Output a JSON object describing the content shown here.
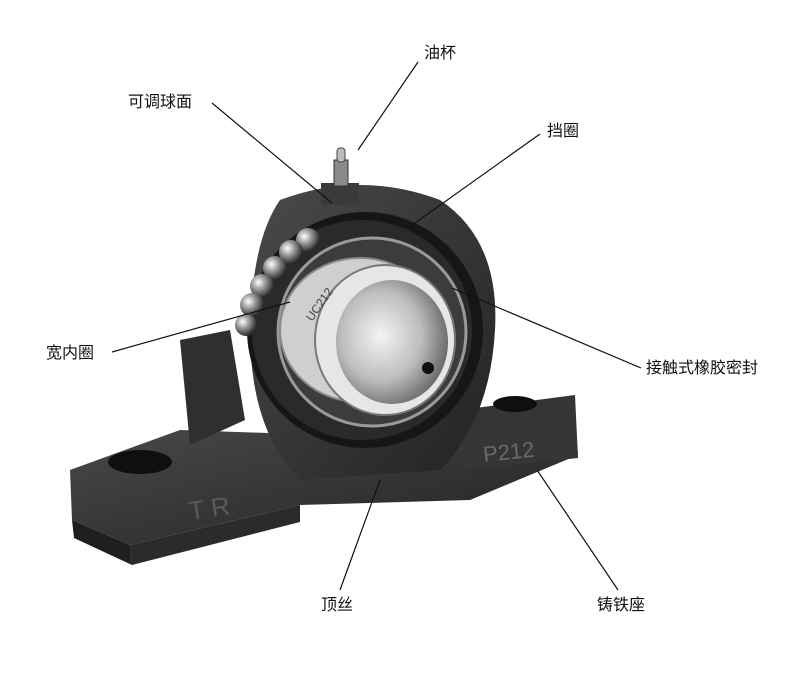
{
  "labels": {
    "oil_cup": "油杯",
    "adjustable_sphere": "可调球面",
    "retaining_ring": "挡圈",
    "wide_inner_ring": "宽内圈",
    "contact_rubber_seal": "接触式橡胶密封",
    "set_screw": "顶丝",
    "cast_iron_housing": "铸铁座"
  },
  "markings": {
    "bearing_code": "UC212",
    "housing_code": "P212",
    "foot_letters": "T R"
  },
  "colors": {
    "iron": "#3a3a3a",
    "iron_dark": "#1c1c1c",
    "steel": "#d9d9d9",
    "leader": "#111111"
  }
}
